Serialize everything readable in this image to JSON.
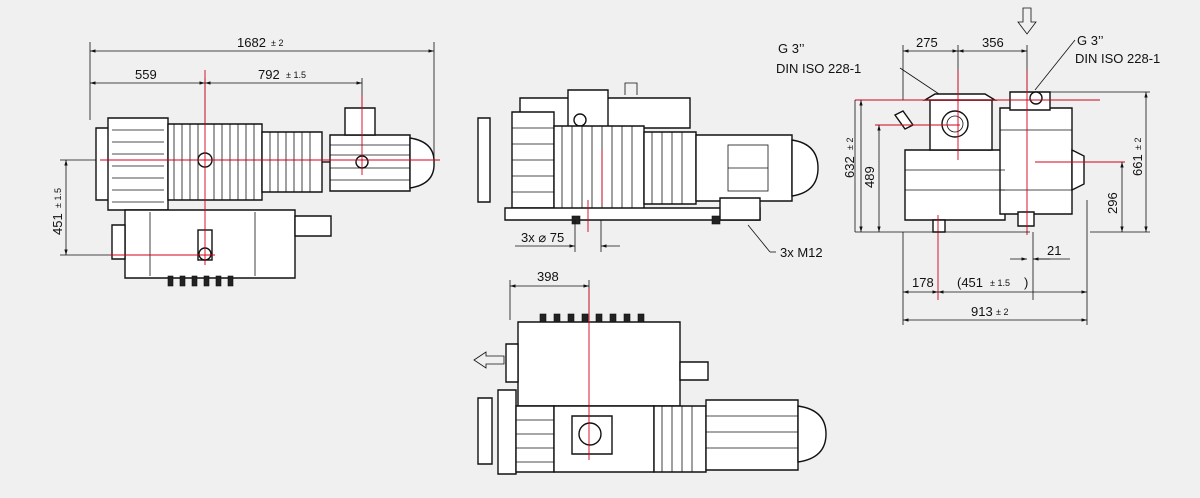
{
  "colors": {
    "background": "#f0f0f0",
    "line": "#111111",
    "centerline": "#d0021b"
  },
  "top_view": {
    "overall_length": {
      "value": "1682",
      "tol": "± 2"
    },
    "dim_left": {
      "value": "559"
    },
    "dim_right": {
      "value": "792",
      "tol": "± 1.5"
    },
    "side_dim": {
      "value": "451",
      "tol": "± 1.5"
    }
  },
  "front_view": {
    "hole_dim": "3x ⌀ 75",
    "bolt_label": "3x M12"
  },
  "bottom_view": {
    "dim": "398"
  },
  "end_view": {
    "thread_left": {
      "line1": "G 3’’",
      "line2": "DIN ISO 228-1"
    },
    "thread_right": {
      "line1": "G 3’’",
      "line2": "DIN ISO 228-1"
    },
    "dim_275": "275",
    "dim_356": "356",
    "height_632": {
      "value": "632",
      "tol": "± 2"
    },
    "height_489": "489",
    "height_661": {
      "value": "661",
      "tol": "± 2"
    },
    "height_296": "296",
    "dim_21": "21",
    "dim_178": "178",
    "dim_451": {
      "value": "(451",
      "tol": "± 1.5",
      "close": ")"
    },
    "overall_width": {
      "value": "913",
      "tol": "± 2"
    }
  }
}
